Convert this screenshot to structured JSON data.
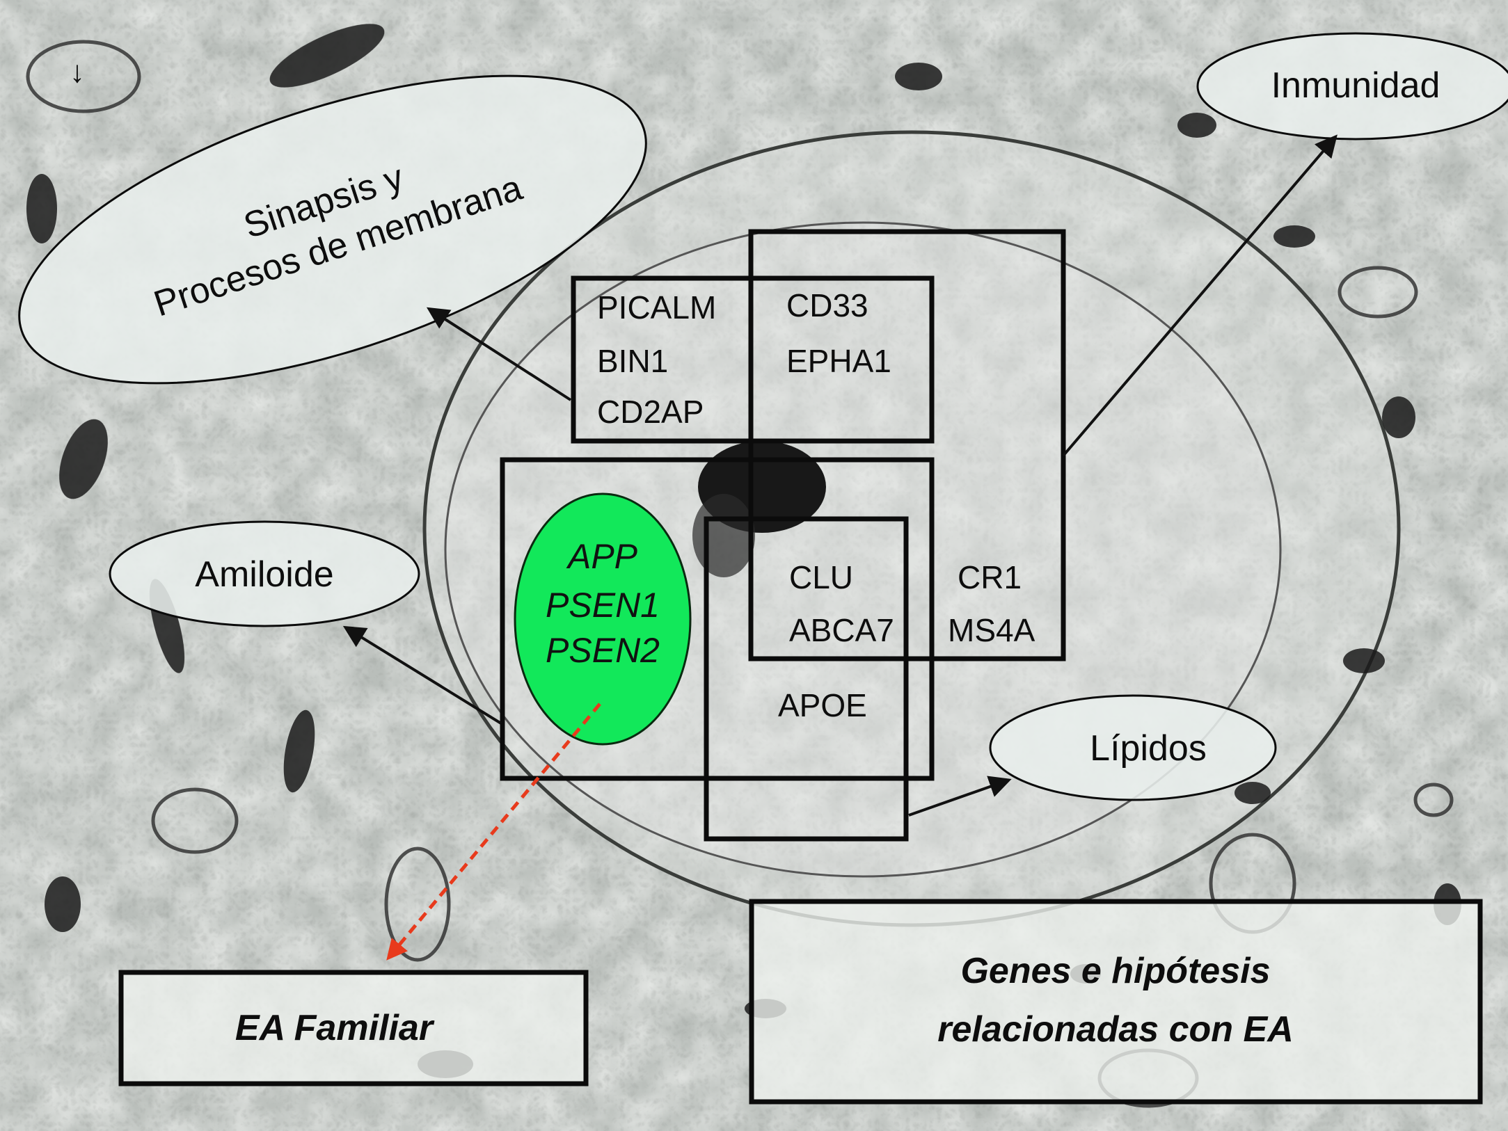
{
  "top_mark": "↓",
  "categories": {
    "synapse_line1": "Sinapsis y",
    "synapse_line2": "Procesos de membrana",
    "immunity": "Inmunidad",
    "amyloid": "Amiloide",
    "lipids": "Lípidos"
  },
  "genes": {
    "synapse": [
      "PICALM",
      "BIN1",
      "CD2AP"
    ],
    "immune_top": [
      "CD33",
      "EPHA1"
    ],
    "lipid_overlap": [
      "CLU",
      "ABCA7"
    ],
    "immune_right": [
      "CR1",
      "MS4A"
    ],
    "lipid": "APOE",
    "familial": [
      "APP",
      "PSEN1",
      "PSEN2"
    ]
  },
  "panels": {
    "familial_label": "EA Familiar",
    "title_line1": "Genes e hipótesis",
    "title_line2": "relacionadas con EA"
  },
  "colors": {
    "familial_ellipse": "#12e85a",
    "dashed_arrow": "#e83a1c"
  }
}
